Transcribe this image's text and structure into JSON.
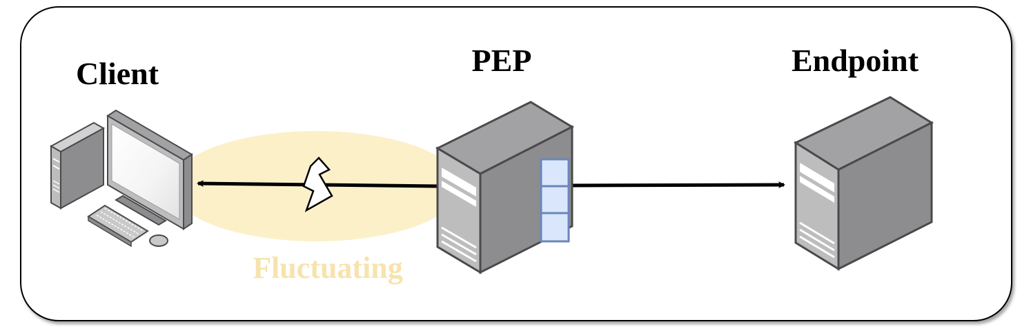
{
  "nodes": {
    "client": {
      "label": "Client"
    },
    "pep": {
      "label": "PEP"
    },
    "endpoint": {
      "label": "Endpoint"
    }
  },
  "region": {
    "label": "Fluctuating"
  },
  "colors": {
    "region_fill": "#fcf0c9",
    "region_text": "#f7e3ad",
    "buffer_fill": "#dae6fb",
    "buffer_stroke": "#6a86b9",
    "server_front": "#bdbdbe",
    "server_side": "#8d8d8f",
    "server_top": "#a2a2a4",
    "line": "#000000"
  },
  "edges": [
    {
      "from": "pep",
      "to": "client",
      "arrow": "end",
      "fluctuating": true
    },
    {
      "from": "pep",
      "to": "endpoint",
      "arrow": "end",
      "fluctuating": false
    }
  ],
  "icons": {
    "client": "desktop-computer-icon",
    "pep": "server-tower-icon",
    "endpoint": "server-tower-icon",
    "link_state": "lightning-bolt-icon",
    "buffer": "queue-buffer-icon"
  }
}
